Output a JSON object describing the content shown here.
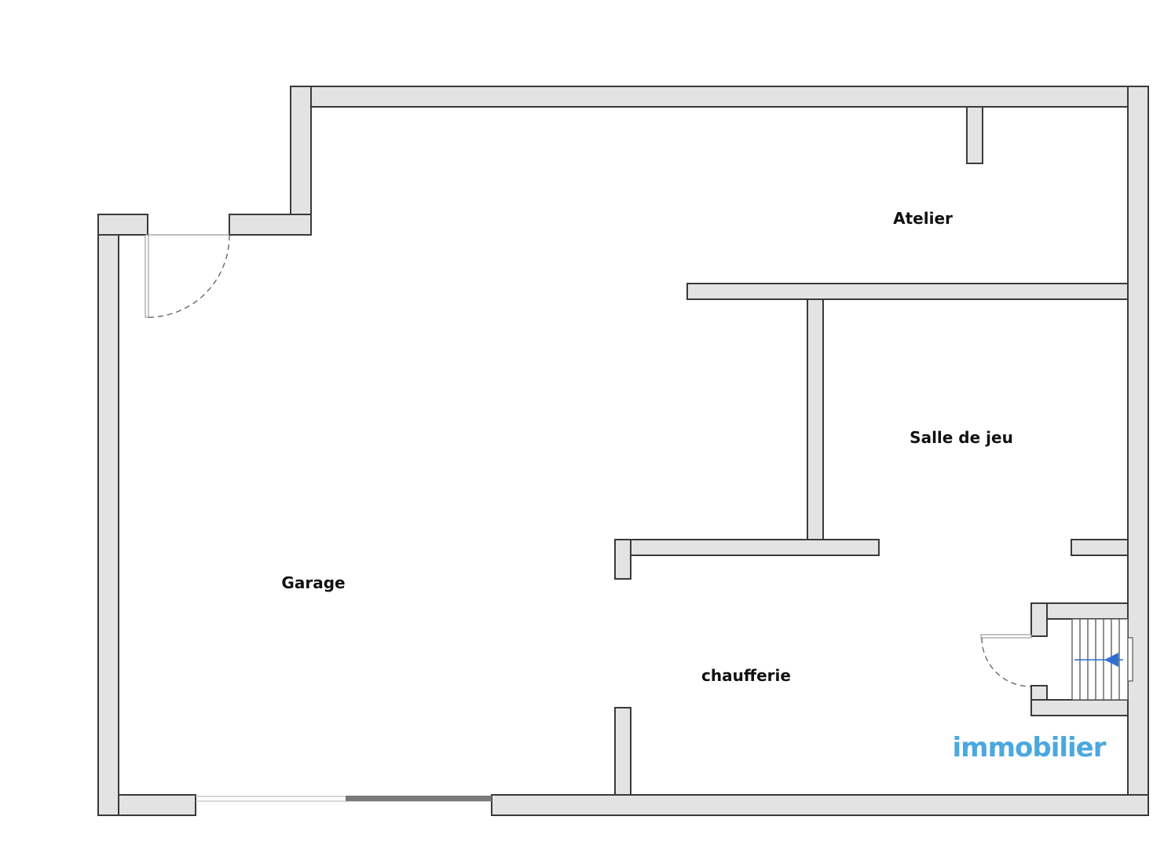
{
  "rooms": {
    "atelier": "Atelier",
    "salle_de_jeu": "Salle de jeu",
    "garage": "Garage",
    "chaufferie": "chaufferie"
  },
  "watermark": {
    "text": "immobilier",
    "color": "#4aa8e0"
  },
  "colors": {
    "wall_fill": "#e3e3e3",
    "wall_stroke": "#3a3a3a",
    "stair_arrow": "#2f6fd0"
  }
}
